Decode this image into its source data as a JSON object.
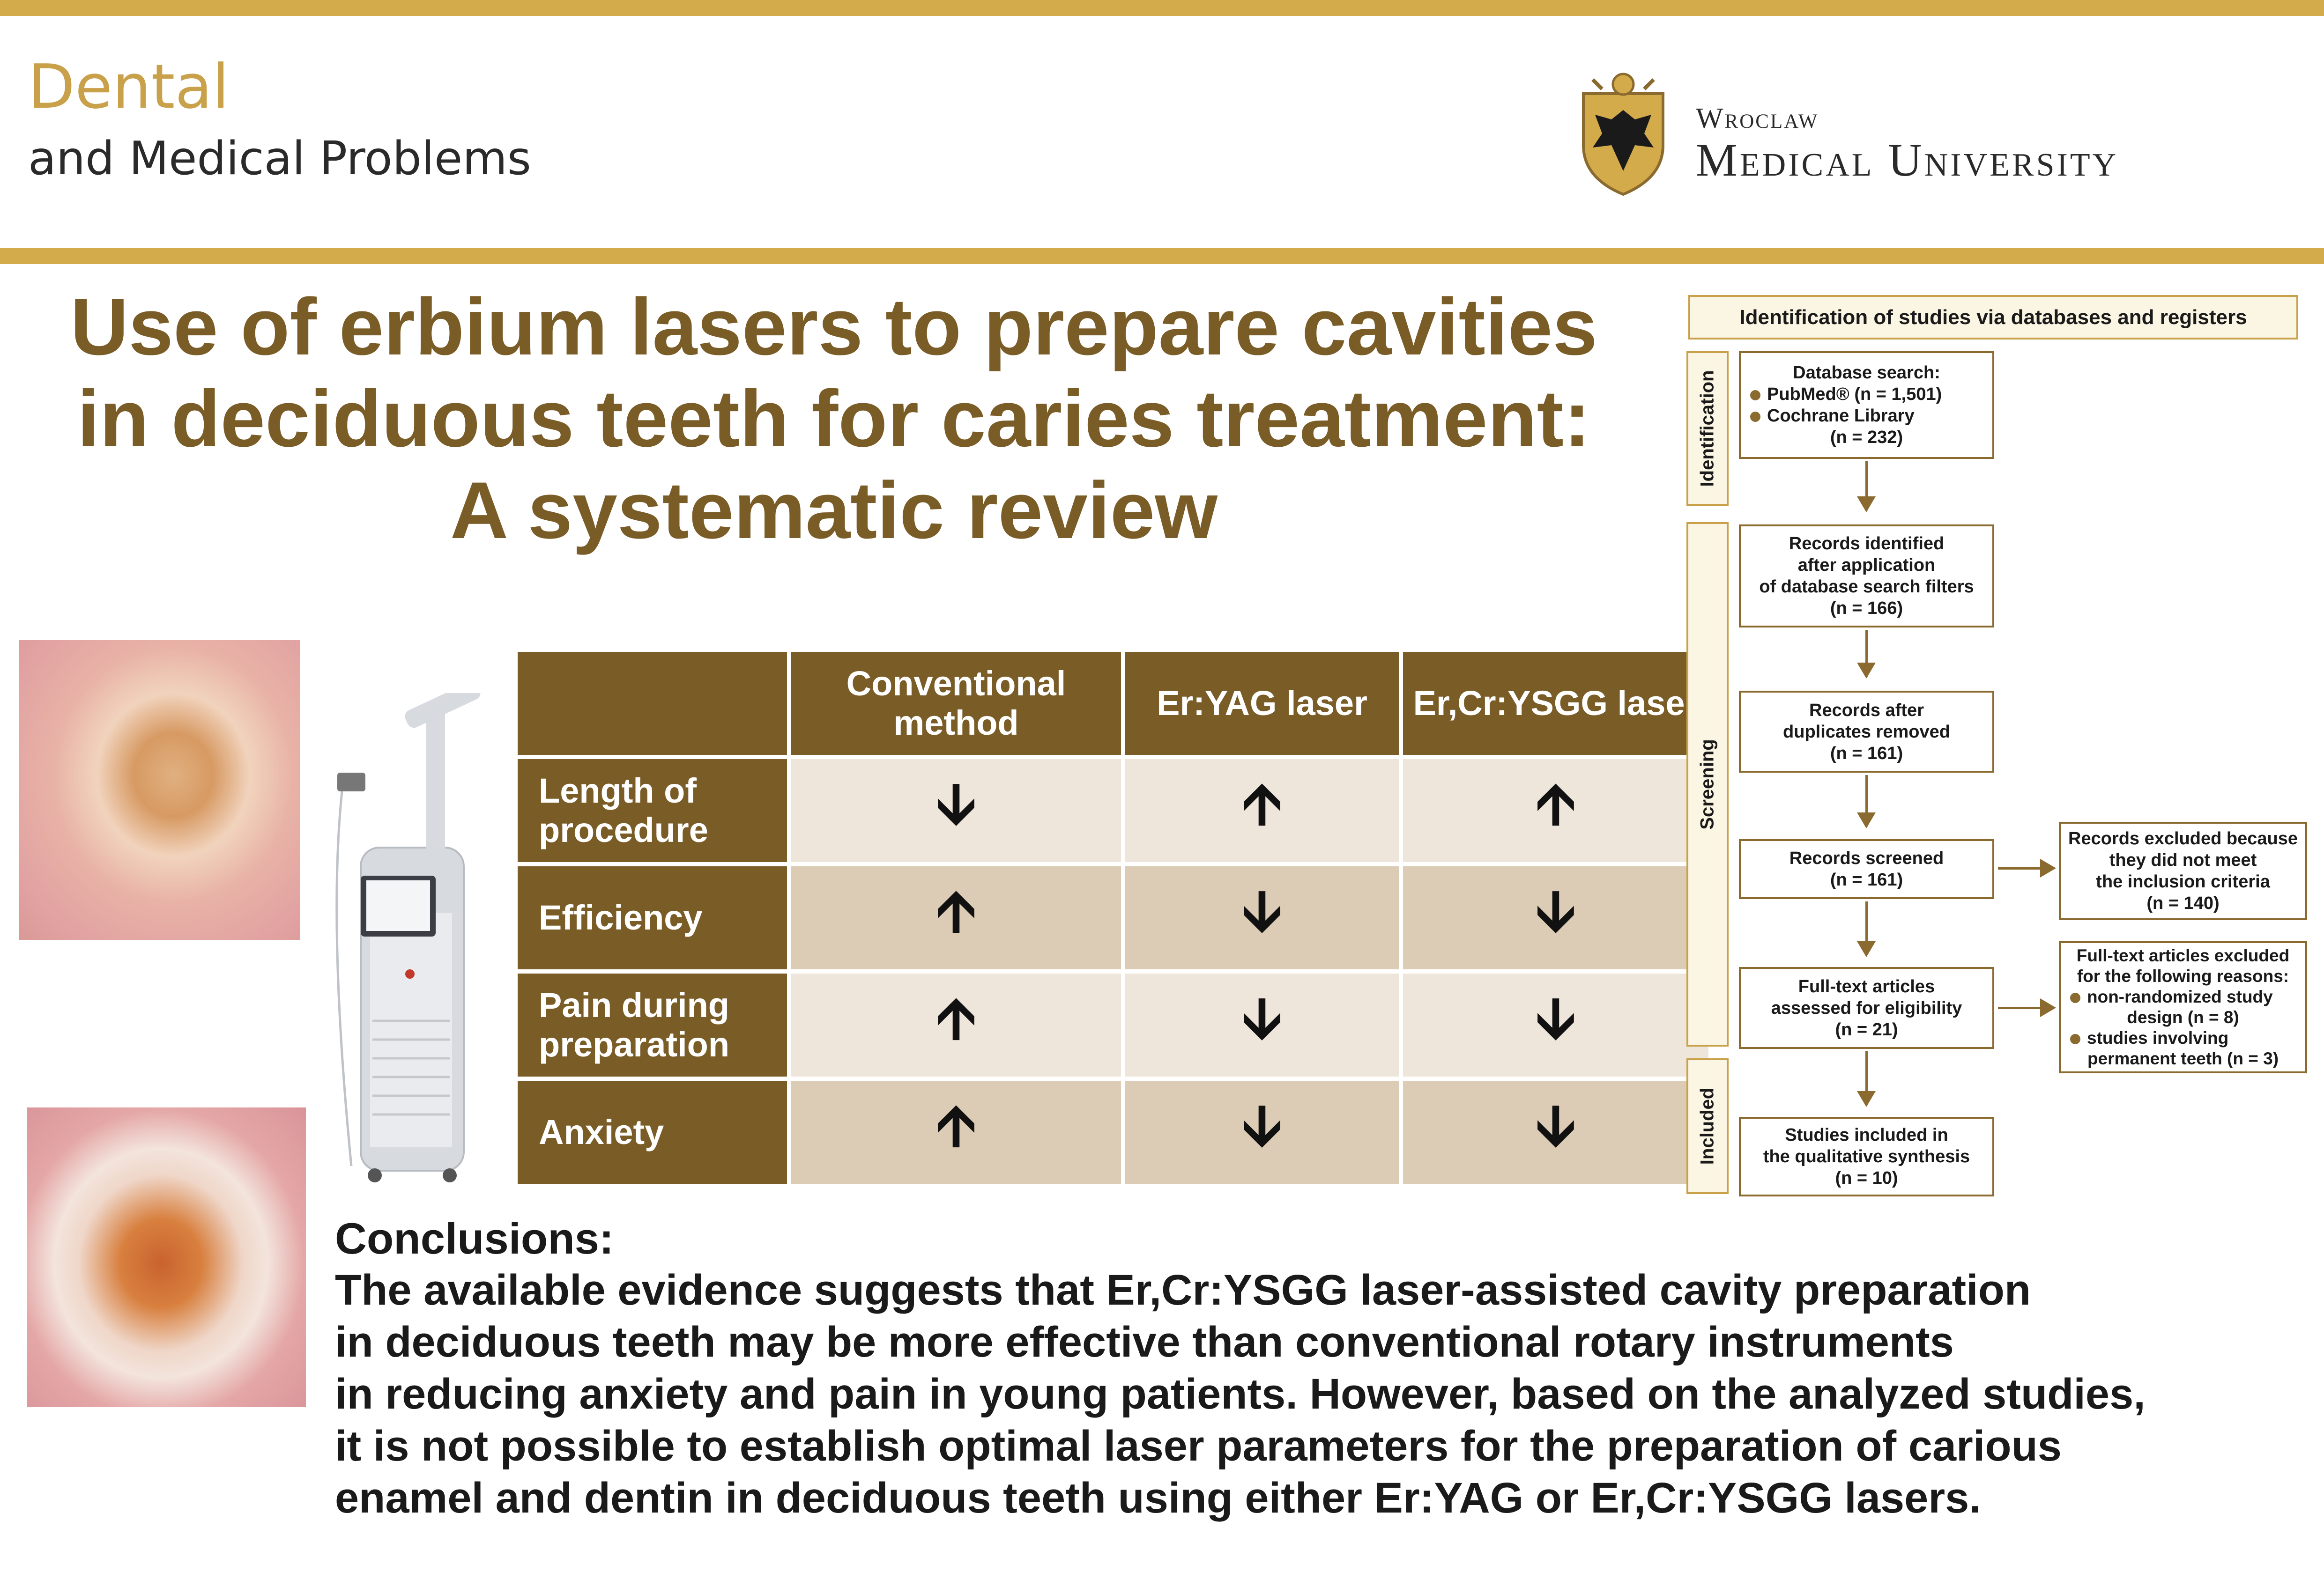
{
  "header": {
    "journal_line1": "Dental",
    "journal_line2": "and Medical Problems",
    "university_line1": "Wroclaw",
    "university_line2": "Medical University"
  },
  "title": [
    "Use of erbium lasers to prepare cavities",
    "in deciduous teeth for caries treatment:",
    "A systematic review"
  ],
  "table": {
    "columns": [
      "Conventional method",
      "Er:YAG laser",
      "Er,Cr:YSGG laser"
    ],
    "rows": [
      {
        "label": "Length of procedure",
        "values": [
          "down",
          "up",
          "up"
        ]
      },
      {
        "label": "Efficiency",
        "values": [
          "up",
          "down",
          "down"
        ]
      },
      {
        "label": "Pain during preparation",
        "values": [
          "up",
          "down",
          "down"
        ]
      },
      {
        "label": "Anxiety",
        "values": [
          "up",
          "down",
          "down"
        ]
      }
    ],
    "colors": {
      "header": "#7a5c27",
      "light": "#efe6db",
      "dark": "#dccbb5"
    }
  },
  "flowchart": {
    "header": "Identification of studies via databases and registers",
    "phases": [
      "Identification",
      "Screening",
      "Included"
    ],
    "search_title": "Database search:",
    "search_pubmed": "PubMed® (n = 1,501)",
    "search_cochrane": "Cochrane Library",
    "search_cochrane_n": "(n = 232)",
    "filtered": [
      "Records identified",
      "after application",
      "of database search filters",
      "(n = 166)"
    ],
    "dedup": [
      "Records after",
      "duplicates removed",
      "(n = 161)"
    ],
    "screened": [
      "Records screened",
      "(n = 161)"
    ],
    "excluded": [
      "Records excluded because",
      "they did not meet",
      "the inclusion criteria",
      "(n = 140)"
    ],
    "fulltext": [
      "Full-text articles",
      "assessed for eligibility",
      "(n = 21)"
    ],
    "ft_excluded_title": [
      "Full-text articles excluded",
      "for the following reasons:"
    ],
    "ft_excluded_items": [
      "non-randomized study",
      "design (n = 8)",
      "studies involving",
      "permanent teeth (n = 3)"
    ],
    "included": [
      "Studies included in",
      "the qualitative synthesis",
      "(n = 10)"
    ]
  },
  "conclusions": {
    "heading": "Conclusions:",
    "lines": [
      "The available evidence suggests that Er,Cr:YSGG laser-assisted cavity preparation",
      "in deciduous teeth may be more effective than conventional rotary instruments",
      "in reducing anxiety and pain in young patients. However, based on the analyzed studies,",
      "it is not possible to establish optimal laser parameters for the preparation of carious",
      "enamel and dentin in deciduous teeth using either Er:YAG or Er,Cr:YSGG lasers."
    ]
  },
  "icons": {
    "up": "arrow-up-icon",
    "down": "arrow-down-icon"
  },
  "accent": "#d4ab4b"
}
